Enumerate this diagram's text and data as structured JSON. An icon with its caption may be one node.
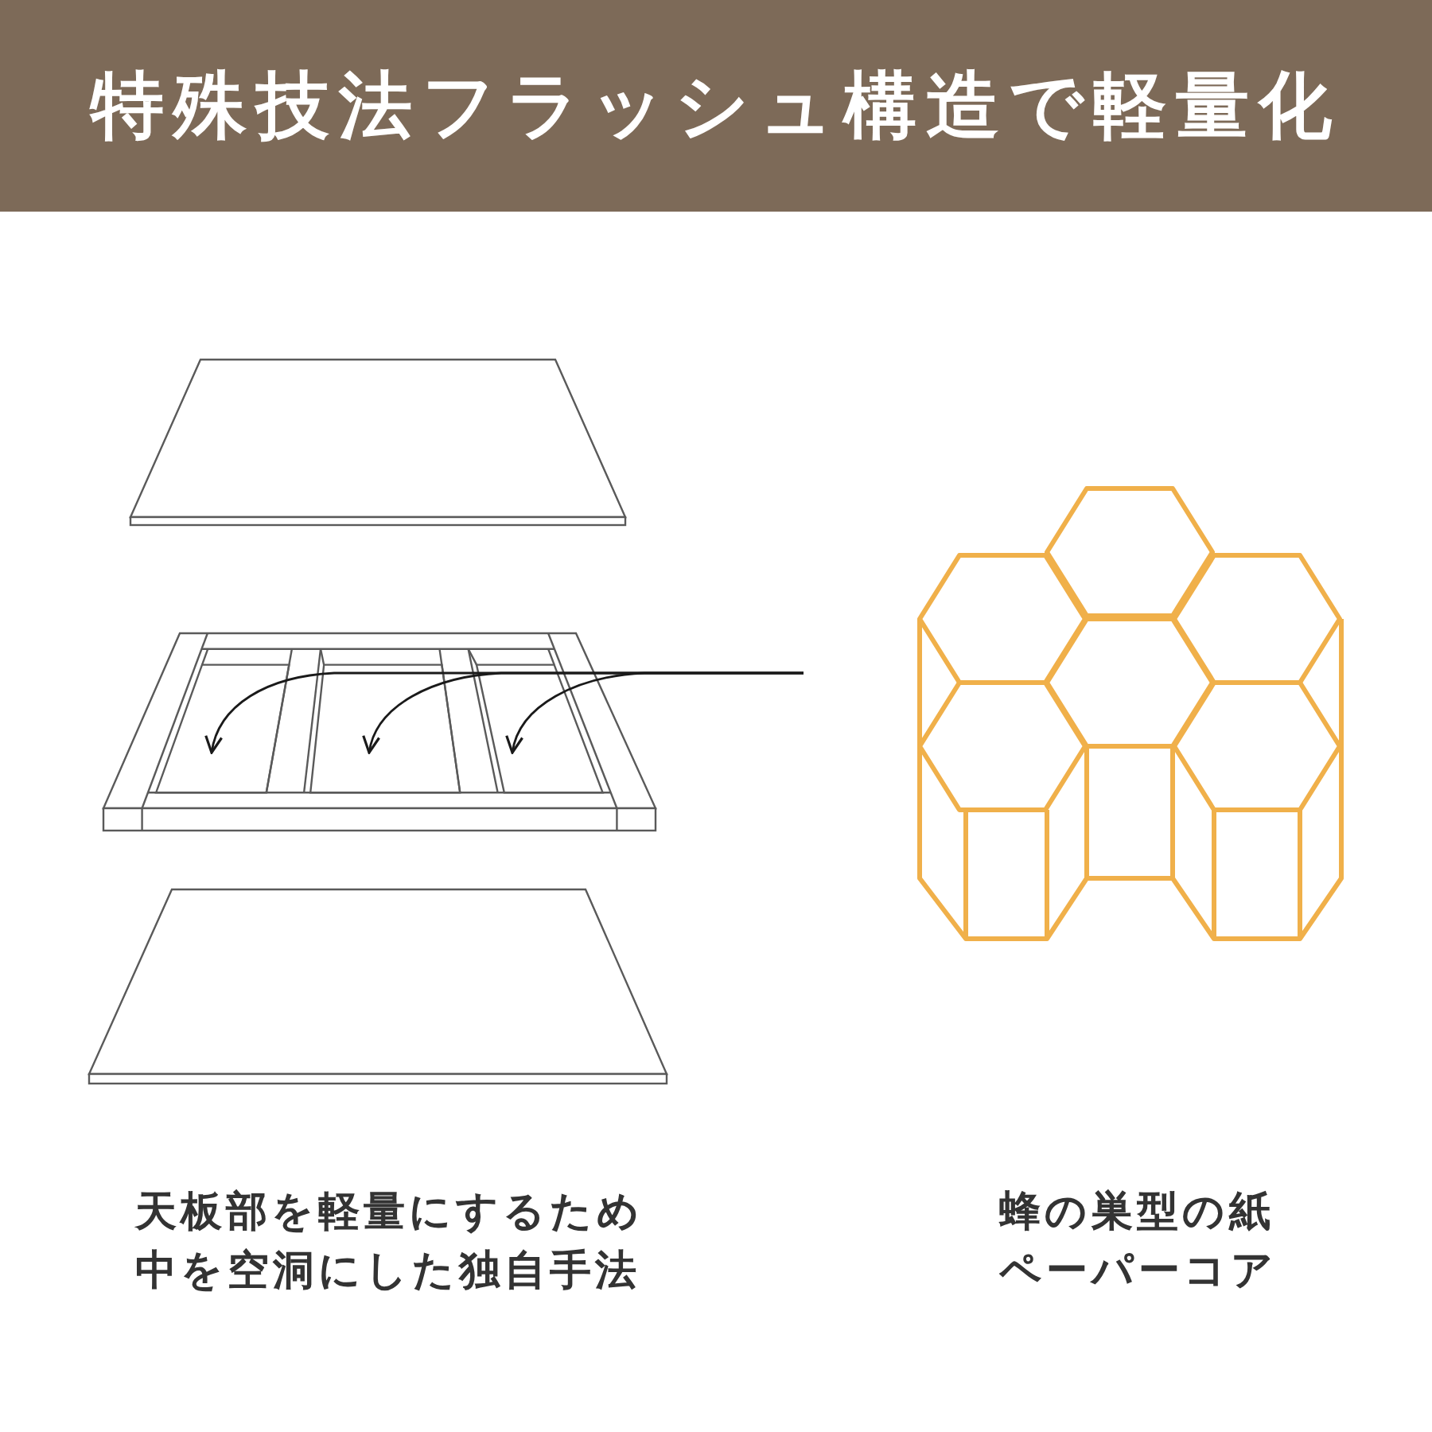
{
  "diagram": {
    "title": "特殊技法フラッシュ構造で軽量化",
    "nodes": [
      {
        "text": [],
        "shape": "box"
      },
      {
        "text": [],
        "shape": "box"
      },
      {
        "text": [],
        "shape": "box"
      }
    ],
    "edges": [
      {
        "from": null,
        "to": 0,
        "arrow": "to"
      },
      {
        "from": null,
        "to": 1,
        "arrow": "to"
      },
      {
        "from": null,
        "to": 2,
        "arrow": "to"
      }
    ],
    "labels": [
      "天板部を軽量にするため中を空洞にした独自手法",
      "蜂の巣型の紙ペーパーコア"
    ]
  }
}
